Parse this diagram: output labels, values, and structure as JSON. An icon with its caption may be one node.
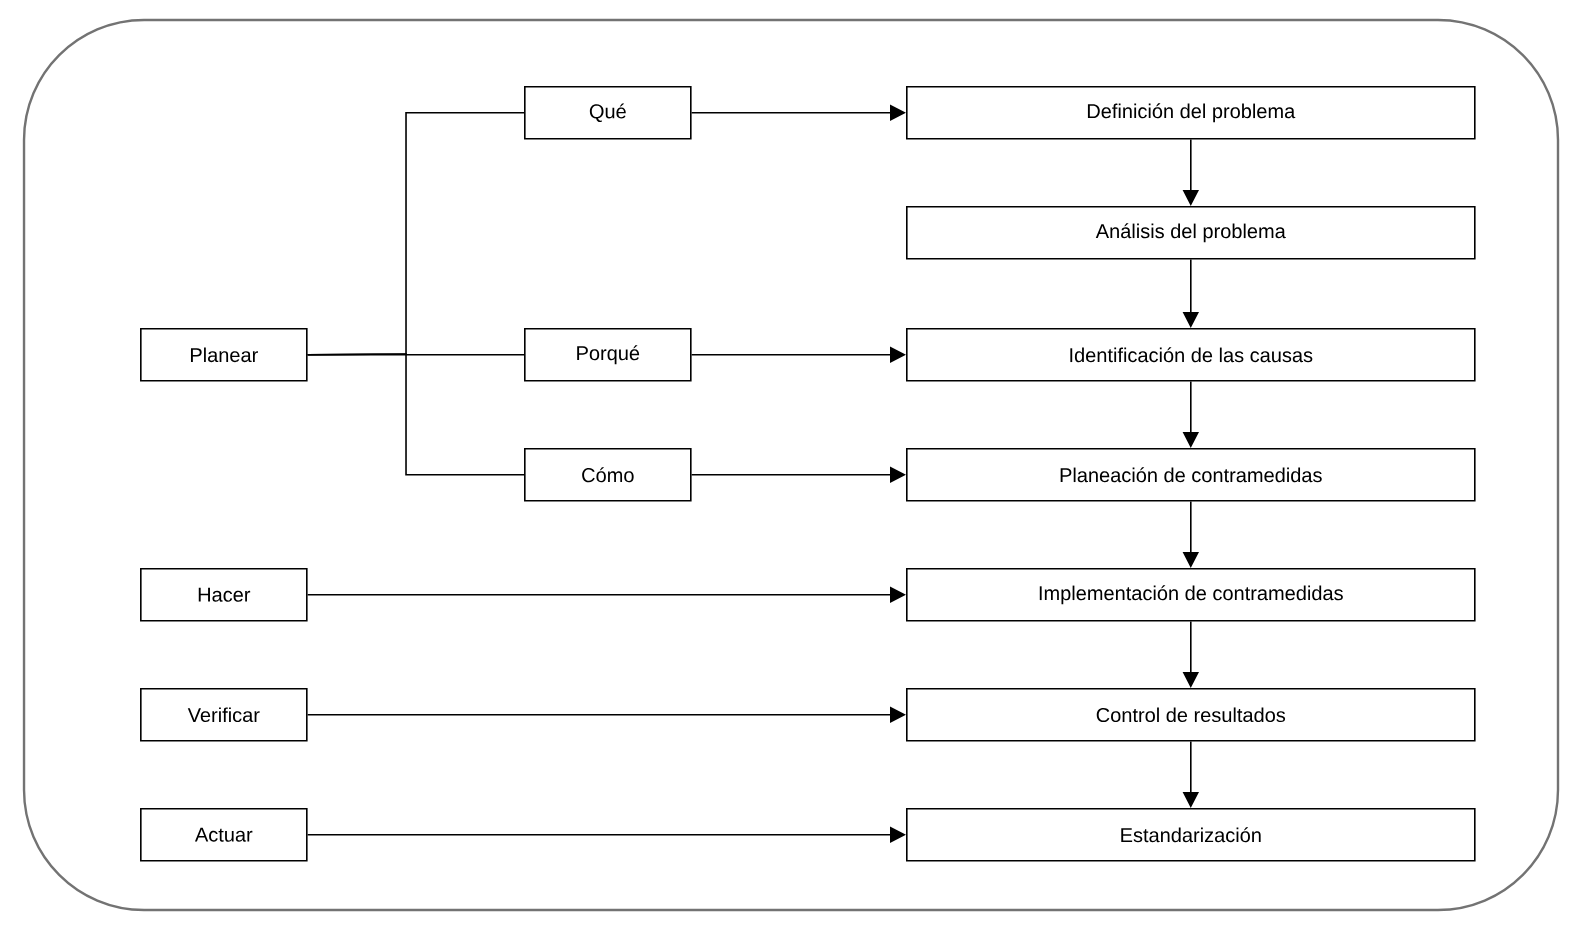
{
  "diagram": {
    "nodes": [
      {
        "text": [
          "Planear"
        ]
      },
      {
        "text": [
          "Qué"
        ]
      },
      {
        "text": [
          "Porqué"
        ]
      },
      {
        "text": [
          "Cómo"
        ]
      },
      {
        "text": [
          "Hacer"
        ]
      },
      {
        "text": [
          "Verificar"
        ]
      },
      {
        "text": [
          "Actuar"
        ]
      },
      {
        "text": [
          "Definición del problema"
        ]
      },
      {
        "text": [
          "Análisis del problema"
        ]
      },
      {
        "text": [
          "Identificación de las causas"
        ]
      },
      {
        "text": [
          "Planeación de contramedidas"
        ]
      },
      {
        "text": [
          "Implementación de contramedidas"
        ]
      },
      {
        "text": [
          "Control de resultados"
        ]
      },
      {
        "text": [
          "Estandarización"
        ]
      }
    ],
    "edges": [
      {
        "from": 0,
        "to": 1,
        "arrow": "none"
      },
      {
        "from": 0,
        "to": 2,
        "arrow": "none"
      },
      {
        "from": 0,
        "to": 3,
        "arrow": "none"
      },
      {
        "from": 1,
        "to": 7,
        "arrow": "to"
      },
      {
        "from": 2,
        "to": 9,
        "arrow": "to"
      },
      {
        "from": 3,
        "to": 10,
        "arrow": "to"
      },
      {
        "from": 4,
        "to": 11,
        "arrow": "to"
      },
      {
        "from": 5,
        "to": 12,
        "arrow": "to"
      },
      {
        "from": 6,
        "to": 13,
        "arrow": "to"
      },
      {
        "from": 7,
        "to": 8,
        "arrow": "to"
      },
      {
        "from": 8,
        "to": 9,
        "arrow": "to"
      },
      {
        "from": 9,
        "to": 10,
        "arrow": "to"
      },
      {
        "from": 10,
        "to": 11,
        "arrow": "to"
      },
      {
        "from": 11,
        "to": 12,
        "arrow": "to"
      },
      {
        "from": 12,
        "to": 13,
        "arrow": "to"
      }
    ]
  }
}
